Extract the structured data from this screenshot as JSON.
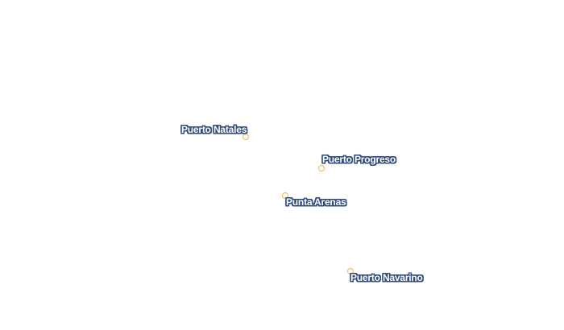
{
  "colors": {
    "marker": "#f0b44a",
    "label_fill": "#ffffff",
    "label_outline": "#2f4a7c",
    "background": "#ffffff"
  },
  "places": [
    {
      "name": "Puerto Natales"
    },
    {
      "name": "Puerto Progreso"
    },
    {
      "name": "Punta Arenas"
    },
    {
      "name": "Puerto Navarino"
    }
  ]
}
